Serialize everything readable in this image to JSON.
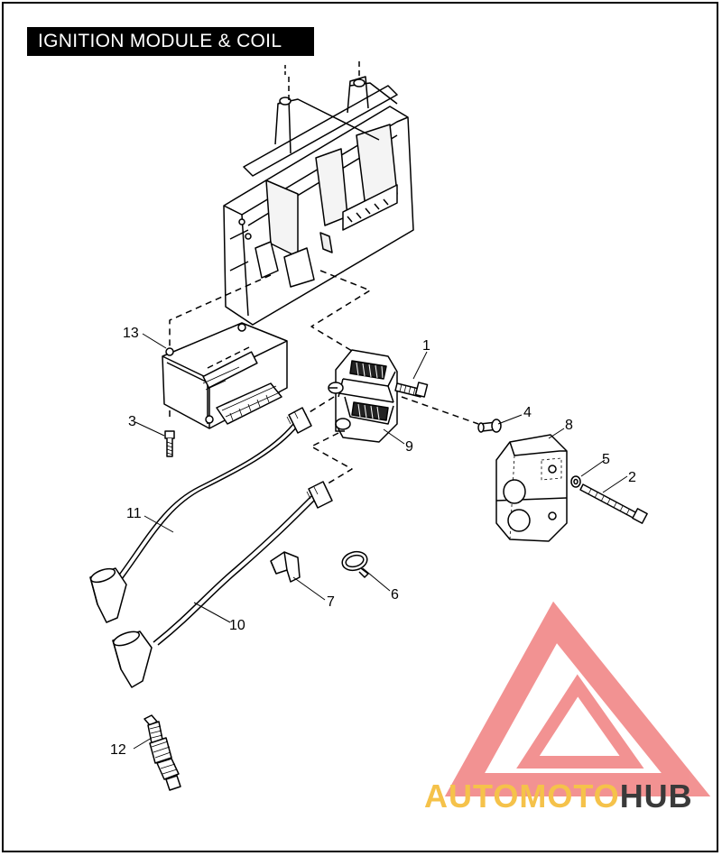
{
  "title": "IGNITION MODULE & COIL",
  "callouts": [
    {
      "id": "1",
      "label": "1"
    },
    {
      "id": "2",
      "label": "2"
    },
    {
      "id": "3",
      "label": "3"
    },
    {
      "id": "4",
      "label": "4"
    },
    {
      "id": "5",
      "label": "5"
    },
    {
      "id": "6",
      "label": "6"
    },
    {
      "id": "7",
      "label": "7"
    },
    {
      "id": "8",
      "label": "8"
    },
    {
      "id": "9",
      "label": "9"
    },
    {
      "id": "10",
      "label": "10"
    },
    {
      "id": "11",
      "label": "11"
    },
    {
      "id": "12",
      "label": "12"
    },
    {
      "id": "13",
      "label": "13"
    }
  ],
  "watermark": {
    "part1": "AUTO",
    "part2": "MOTO",
    "part3": "HUB",
    "logo_color": "#f08080",
    "text_color_light": "#f5c24a",
    "text_color_dark": "#3a3a3a"
  }
}
